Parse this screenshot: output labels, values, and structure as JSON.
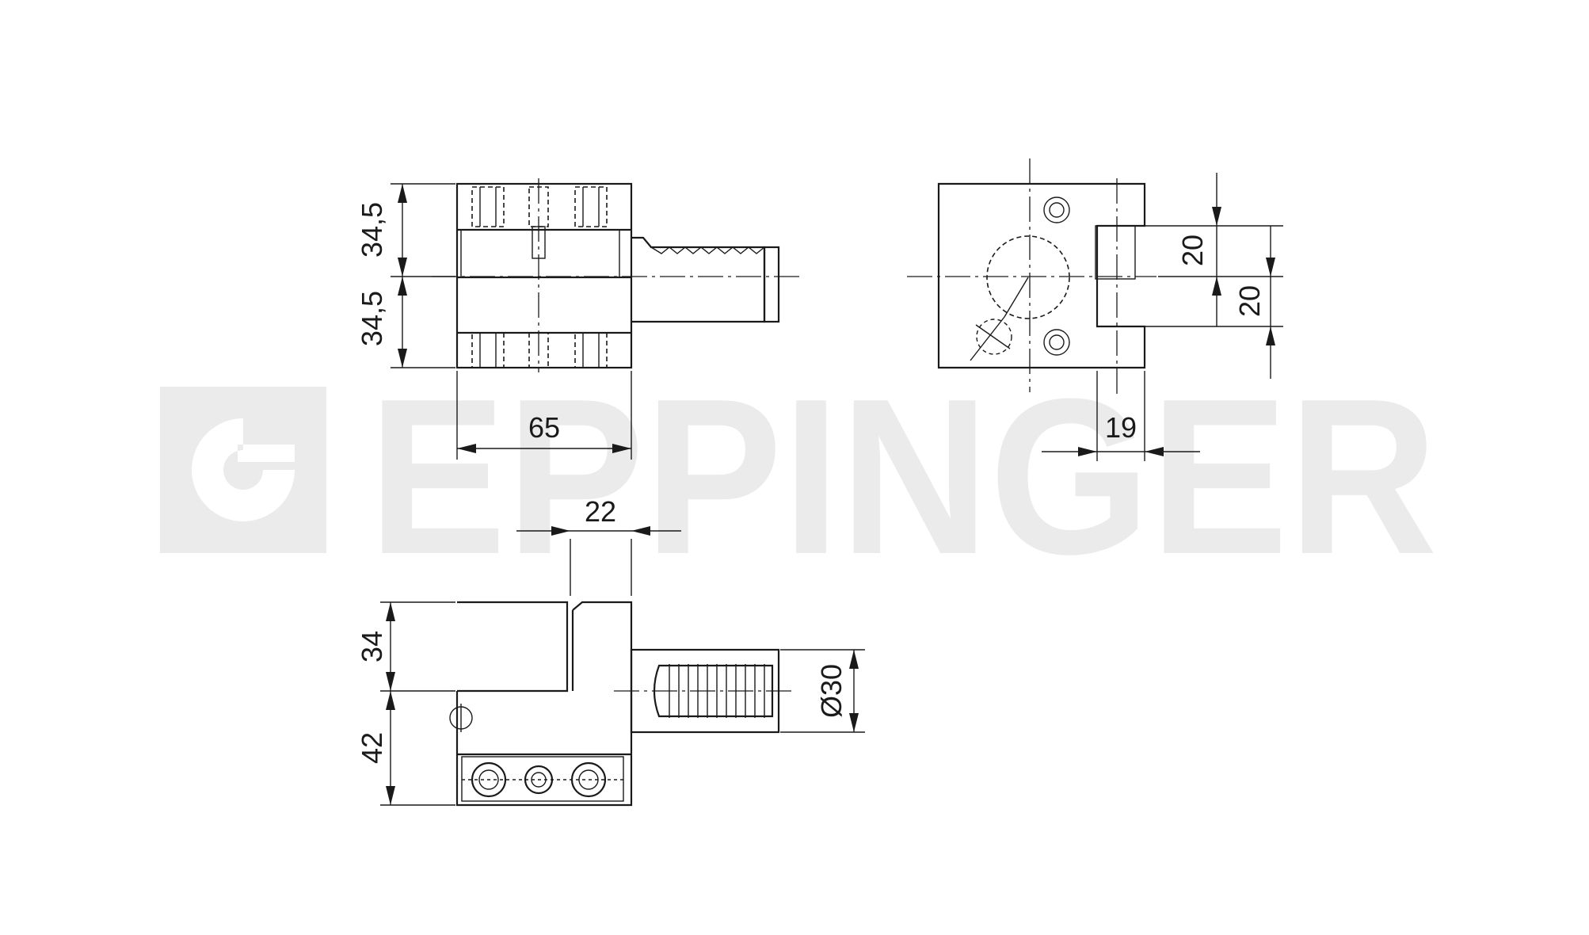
{
  "watermark": {
    "text": "EPPINGER",
    "color": "#ebebeb"
  },
  "dimensions": {
    "front_upper_height": "34,5",
    "front_lower_height": "34,5",
    "front_width": "65",
    "side_upper": "20",
    "side_lower": "20",
    "side_slot_width": "19",
    "top_offset": "22",
    "top_upper_height": "34",
    "top_lower_height": "42",
    "shank_diameter": "Ø30"
  }
}
